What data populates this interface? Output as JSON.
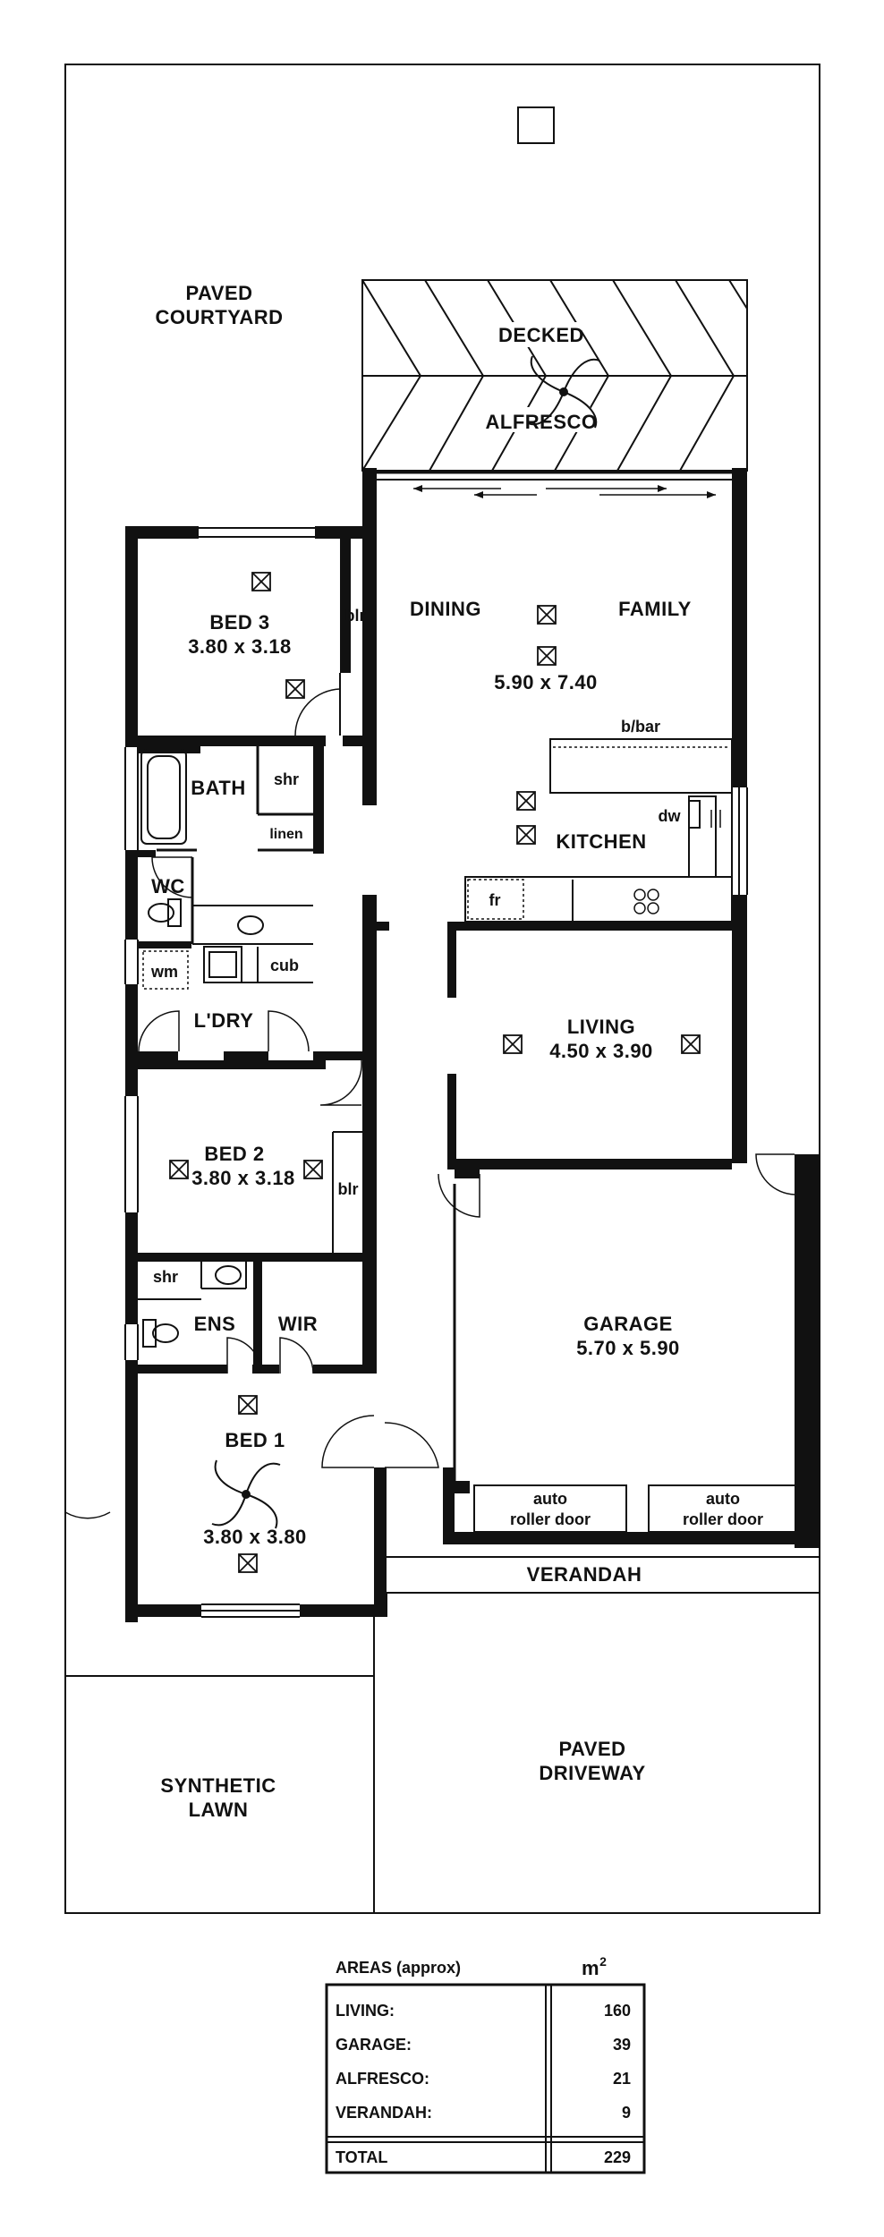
{
  "rooms": {
    "paved_courtyard": [
      "PAVED",
      "COURTYARD"
    ],
    "decked_alfresco": [
      "DECKED",
      "ALFRESCO"
    ],
    "dining": "DINING",
    "family": "FAMILY",
    "family_dims": "5.90 x 7.40",
    "bbar": "b/bar",
    "dw": "dw",
    "kitchen": "KITCHEN",
    "fr": "fr",
    "bed3": "BED 3",
    "bed3_dims": "3.80 x 3.18",
    "blr": "blr",
    "bath": "BATH",
    "shr": "shr",
    "linen": "linen",
    "wc": "WC",
    "wm": "wm",
    "cub": "cub",
    "ldry": "L'DRY",
    "living": "LIVING",
    "living_dims": "4.50 x 3.90",
    "bed2": "BED 2",
    "bed2_dims": "3.80 x 3.18",
    "ens": "ENS",
    "wir": "WIR",
    "garage": "GARAGE",
    "garage_dims": "5.70 x 5.90",
    "bed1": "BED 1",
    "bed1_dims": "3.80 x 3.80",
    "roller_door_1": [
      "auto",
      "roller door"
    ],
    "roller_door_2": [
      "auto",
      "roller door"
    ],
    "verandah": "VERANDAH",
    "synthetic_lawn": [
      "SYNTHETIC",
      "LAWN"
    ],
    "paved_driveway": [
      "PAVED",
      "DRIVEWAY"
    ]
  },
  "areas_table": {
    "header_label": "AREAS (approx)",
    "header_unit": "m",
    "header_unit_sup": "2",
    "rows": [
      {
        "label": "LIVING:",
        "value": "160"
      },
      {
        "label": "GARAGE:",
        "value": "39"
      },
      {
        "label": "ALFRESCO:",
        "value": "21"
      },
      {
        "label": "VERANDAH:",
        "value": "9"
      }
    ],
    "total_label": "TOTAL",
    "total_value": "229"
  }
}
